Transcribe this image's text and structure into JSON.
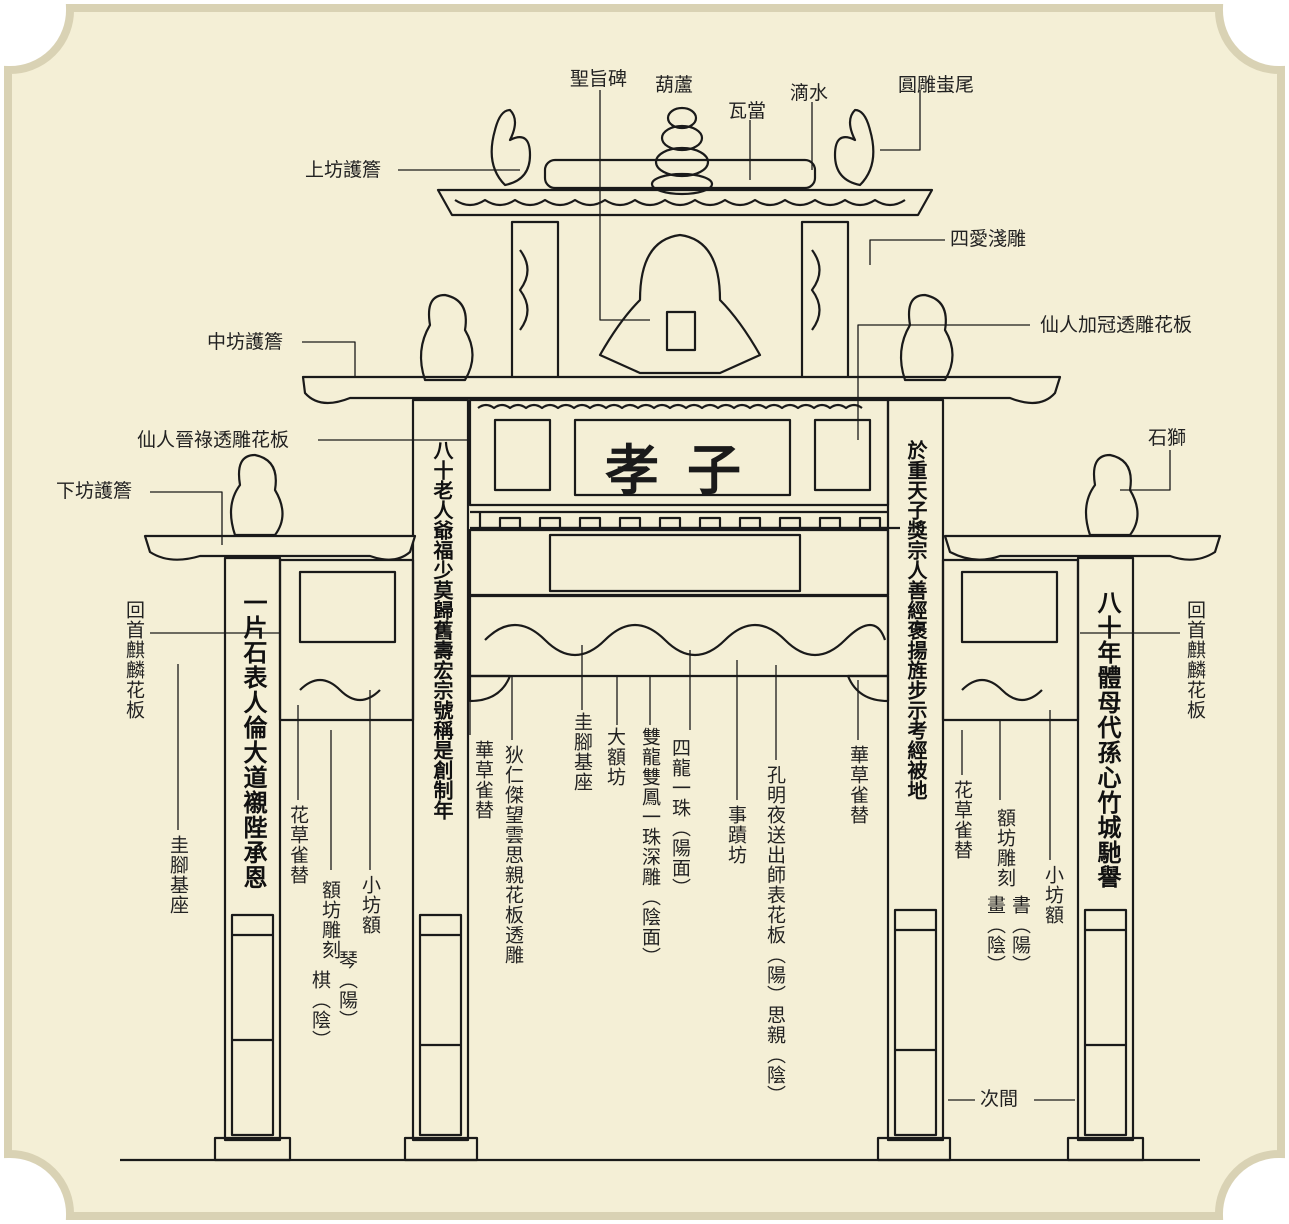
{
  "colors": {
    "background": "#f4efd6",
    "ink": "#1a1a1a",
    "frame_edge": "#d9d2b4"
  },
  "center_plaque": "孝子",
  "left_outer_pillar": "一片石表人倫大道襯陛承恩",
  "left_inner_pillar": "八十老人爺福少莫歸舊壽宏宗號稱是創制年",
  "right_inner_pillar": "於重天子獎宗人善經褒揚旌步示考經被地",
  "right_outer_pillar": "八十年體母代孫心竹城馳譽",
  "labels": {
    "shengzhi_bei": "聖旨碑",
    "hulu": "葫蘆",
    "wadang": "瓦當",
    "dishui": "滴水",
    "yuandiao_chiwei": "圓雕蚩尾",
    "shangfang_huyan": "上坊護簷",
    "siai_qiandiao": "四愛淺雕",
    "xianren_jiaguan": "仙人加冠透雕花板",
    "zhongfang_huyan": "中坊護簷",
    "xianren_jinlu": "仙人晉祿透雕花板",
    "shishi": "石獅",
    "xiafang_huyan": "下坊護簷",
    "huishou_qilin_left": "回首麒麟花板",
    "huishou_qilin_right": "回首麒麟花板",
    "guijiao_jizuo_left": "圭腳基座",
    "huacao_queti_left": "花草雀替",
    "efang_diaoke_left": "額坊雕刻",
    "qi_yin": "棋（陰）",
    "qin_yang": "琴（陽）",
    "xiaofang_e_left": "小坊額",
    "huacao_queti_inner_left": "華草雀替",
    "direnjie": "狄仁傑望雲思親花板透雕",
    "guijiao_jizuo_center": "圭腳基座",
    "da_efang": "大額坊",
    "shuanglong": "雙龍雙鳳一珠深雕（陰面）",
    "silong": "四龍一珠（陽面）",
    "shiji_fang": "事蹟坊",
    "kongming": "孔明夜送出師表花板（陽）思親（陰）",
    "huacao_queti_inner_right": "華草雀替",
    "huacao_queti_right": "花草雀替",
    "efang_diaoke_right": "額坊雕刻",
    "hua_yin": "畫（陰）",
    "shu_yang": "書（陽）",
    "xiaofang_e_right": "小坊額",
    "cijian": "次間"
  }
}
